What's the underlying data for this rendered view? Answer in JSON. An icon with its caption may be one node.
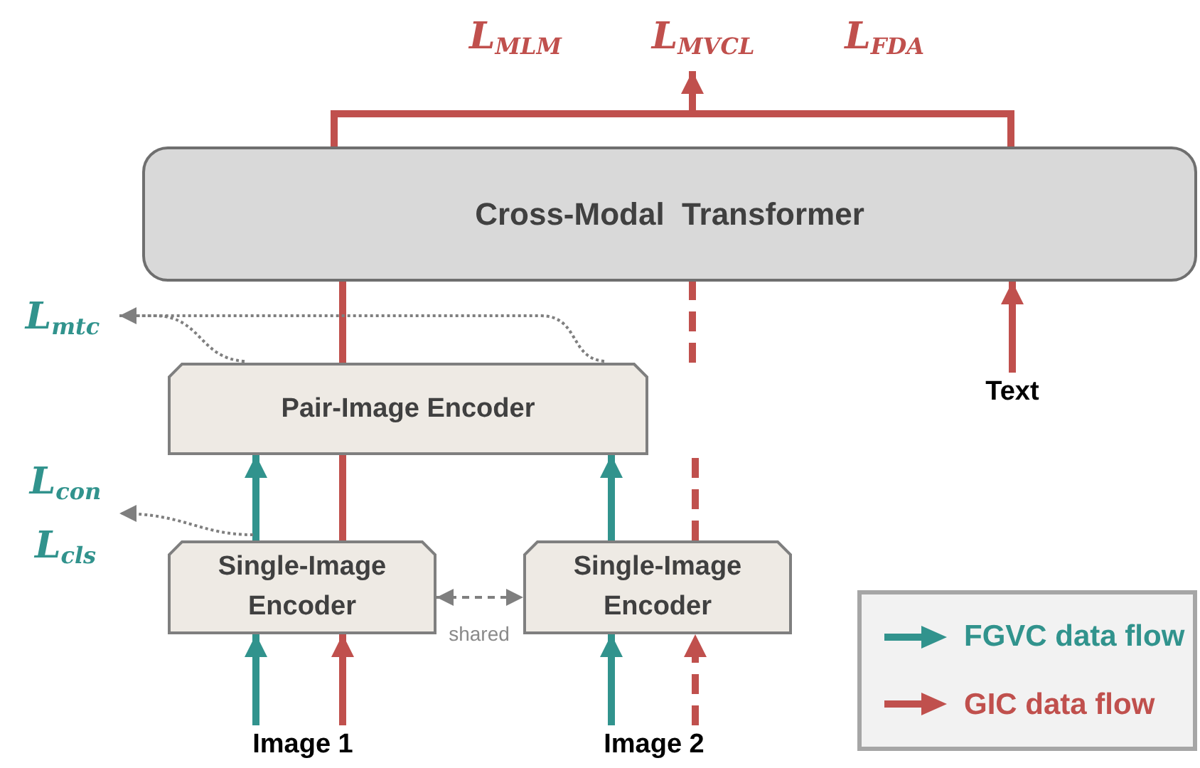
{
  "diagram": {
    "nodes": [
      {
        "text": [
          "Cross-Modal  Transformer"
        ]
      },
      {
        "text": [
          "Pair-Image Encoder"
        ]
      },
      {
        "text": [
          "Single-Image Encoder"
        ]
      },
      {
        "text": [
          "Single-Image Encoder"
        ]
      },
      {
        "text": [
          "Image 1"
        ]
      },
      {
        "text": [
          "Image 2"
        ]
      },
      {
        "text": [
          "Text"
        ]
      },
      {
        "text": [
          "L$_{MLM}$",
          "L$_{MVCL}$",
          "L$_{FDA}$"
        ]
      },
      {
        "text": [
          "L$_{mtc}$"
        ]
      },
      {
        "text": [
          "L$_{con}$",
          "L$_{cls}$"
        ]
      }
    ],
    "edges": [
      {
        "from": 0,
        "to": 7,
        "arrow": "to"
      },
      {
        "from": 1,
        "to": 0,
        "arrow": "none"
      },
      {
        "from": 1,
        "to": 0,
        "arrow": "none",
        "style": "dashed"
      },
      {
        "from": 2,
        "to": 1,
        "arrow": "none"
      },
      {
        "from": 3,
        "to": 1,
        "arrow": "none",
        "style": "dashed"
      },
      {
        "from": 2,
        "to": 1,
        "arrow": "to",
        "color": "#31938d"
      },
      {
        "from": 3,
        "to": 1,
        "arrow": "to",
        "color": "#31938d"
      },
      {
        "from": 4,
        "to": 2,
        "arrow": "to",
        "color": "#31938d"
      },
      {
        "from": 4,
        "to": 2,
        "arrow": "to"
      },
      {
        "from": 5,
        "to": 3,
        "arrow": "to",
        "color": "#31938d"
      },
      {
        "from": 5,
        "to": 3,
        "arrow": "to",
        "style": "dashed"
      },
      {
        "from": 6,
        "to": 0,
        "arrow": "to"
      },
      {
        "from": 2,
        "to": 3,
        "arrow": "both",
        "label": "shared",
        "style": "dashed",
        "color": "#7f7f7f"
      },
      {
        "from": 1,
        "to": 8,
        "arrow": "to",
        "style": "dashed",
        "color": "#7f7f7f"
      },
      {
        "from": 2,
        "to": 9,
        "arrow": "to",
        "style": "dashed",
        "color": "#7f7f7f"
      }
    ],
    "legend": [
      {
        "text": "FGVC data flow"
      },
      {
        "text": "GIC data flow"
      }
    ]
  }
}
